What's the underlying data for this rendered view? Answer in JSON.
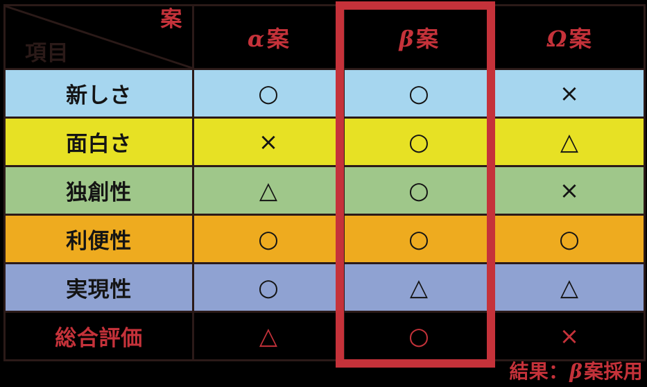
{
  "table": {
    "corner": {
      "axis_column_label": "案",
      "axis_row_label": "項目"
    },
    "columns": [
      {
        "greek": "α",
        "label": "案",
        "name": "alpha",
        "highlighted": false
      },
      {
        "greek": "β",
        "label": "案",
        "name": "beta",
        "highlighted": true
      },
      {
        "greek": "Ω",
        "label": "案",
        "name": "omega",
        "highlighted": false
      }
    ],
    "rows": [
      {
        "label": "新しさ",
        "marks": [
          "○",
          "○",
          "×"
        ],
        "color": "#a6d6ef"
      },
      {
        "label": "面白さ",
        "marks": [
          "×",
          "○",
          "△"
        ],
        "color": "#e7e124"
      },
      {
        "label": "独創性",
        "marks": [
          "△",
          "○",
          "×"
        ],
        "color": "#9fc78a"
      },
      {
        "label": "利便性",
        "marks": [
          "○",
          "○",
          "○"
        ],
        "color": "#eeab1f"
      },
      {
        "label": "実現性",
        "marks": [
          "○",
          "△",
          "△"
        ],
        "color": "#8fa2d2"
      },
      {
        "label": "総合評価",
        "marks": [
          "△",
          "○",
          "×"
        ],
        "color": "#000000"
      }
    ]
  },
  "footer": {
    "prefix": "結果：",
    "greek": "β",
    "suffix": "案採用"
  },
  "colors": {
    "accent_red": "#c5323a",
    "border_dark": "#2b1a18",
    "ink_dark": "#141414",
    "background": "#000000"
  }
}
